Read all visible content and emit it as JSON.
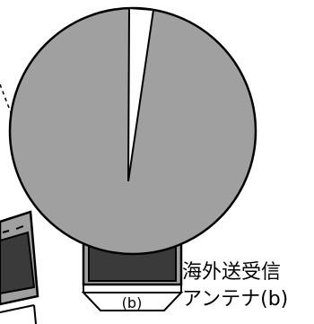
{
  "colors": {
    "dish_fill": "#a0a0a0",
    "dish_stroke": "#000000",
    "gap_fill": "#ffffff",
    "mount_fill": "#3a3a3a",
    "mount_body": "#a0a0a0",
    "background": "#ffffff"
  },
  "caption": {
    "line1": "海外送受信",
    "line2": "アンテナ(b)"
  },
  "base_label": "(b)"
}
